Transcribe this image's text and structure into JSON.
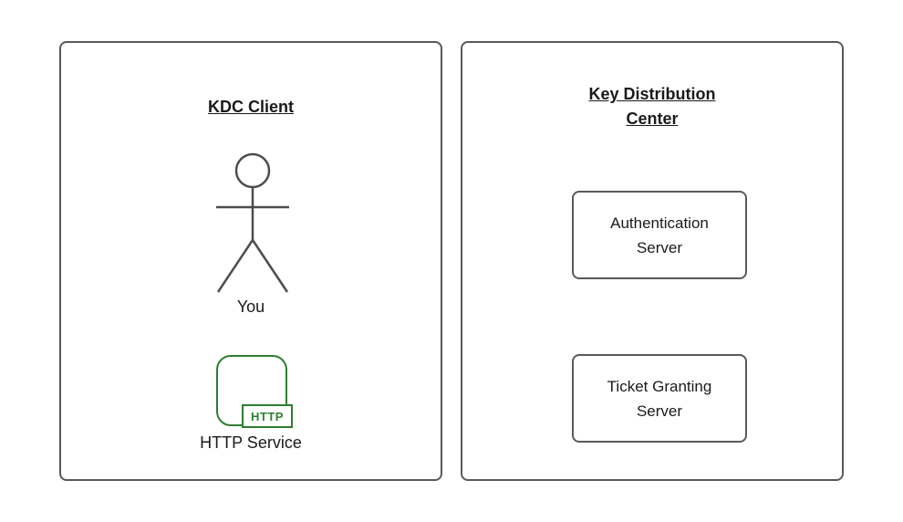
{
  "diagram": {
    "left_panel": {
      "title": "KDC Client",
      "actor_label": "You",
      "service_badge": "HTTP",
      "service_label": "HTTP Service"
    },
    "right_panel": {
      "title": "Key Distribution Center",
      "nodes": [
        {
          "label": "Authentication Server"
        },
        {
          "label": "Ticket Granting Server"
        }
      ]
    },
    "colors": {
      "border": "#595959",
      "accent_green": "#2e7d32",
      "actor_stroke": "#4d4d4d",
      "text": "#1a1a1a",
      "background": "#ffffff"
    }
  }
}
